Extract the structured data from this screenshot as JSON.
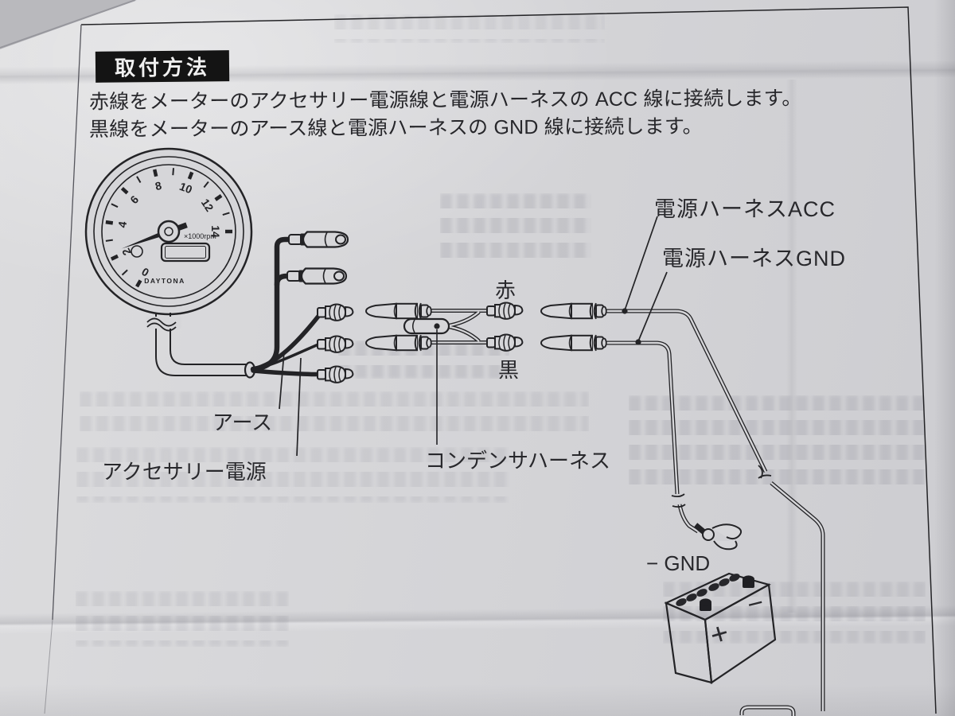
{
  "section": {
    "title": "取付方法"
  },
  "instructions": {
    "line1": "赤線をメーターのアクセサリー電源線と電源ハーネスの ACC 線に接続します。",
    "line2": "黒線をメーターのアース線と電源ハーネスの GND 線に接続します。"
  },
  "diagram": {
    "meter": {
      "brand": "DAYTONA",
      "unit": "×1000rpm",
      "dial": [
        "0",
        "2",
        "4",
        "6",
        "8",
        "10",
        "12",
        "14"
      ]
    },
    "labels": {
      "power_harness_acc": "電源ハーネスACC",
      "power_harness_gnd": "電源ハーネスGND",
      "red": "赤",
      "black": "黒",
      "earth": "アース",
      "accessory_power": "アクセサリー電源",
      "condenser_harness": "コンデンサハーネス",
      "battery_gnd": "− GND",
      "plus": "+",
      "minus": "−"
    },
    "colors": {
      "ink": "#232326",
      "paper": "#d5d5d8",
      "title_bg": "#141414",
      "title_fg": "#f0f0f0"
    }
  }
}
